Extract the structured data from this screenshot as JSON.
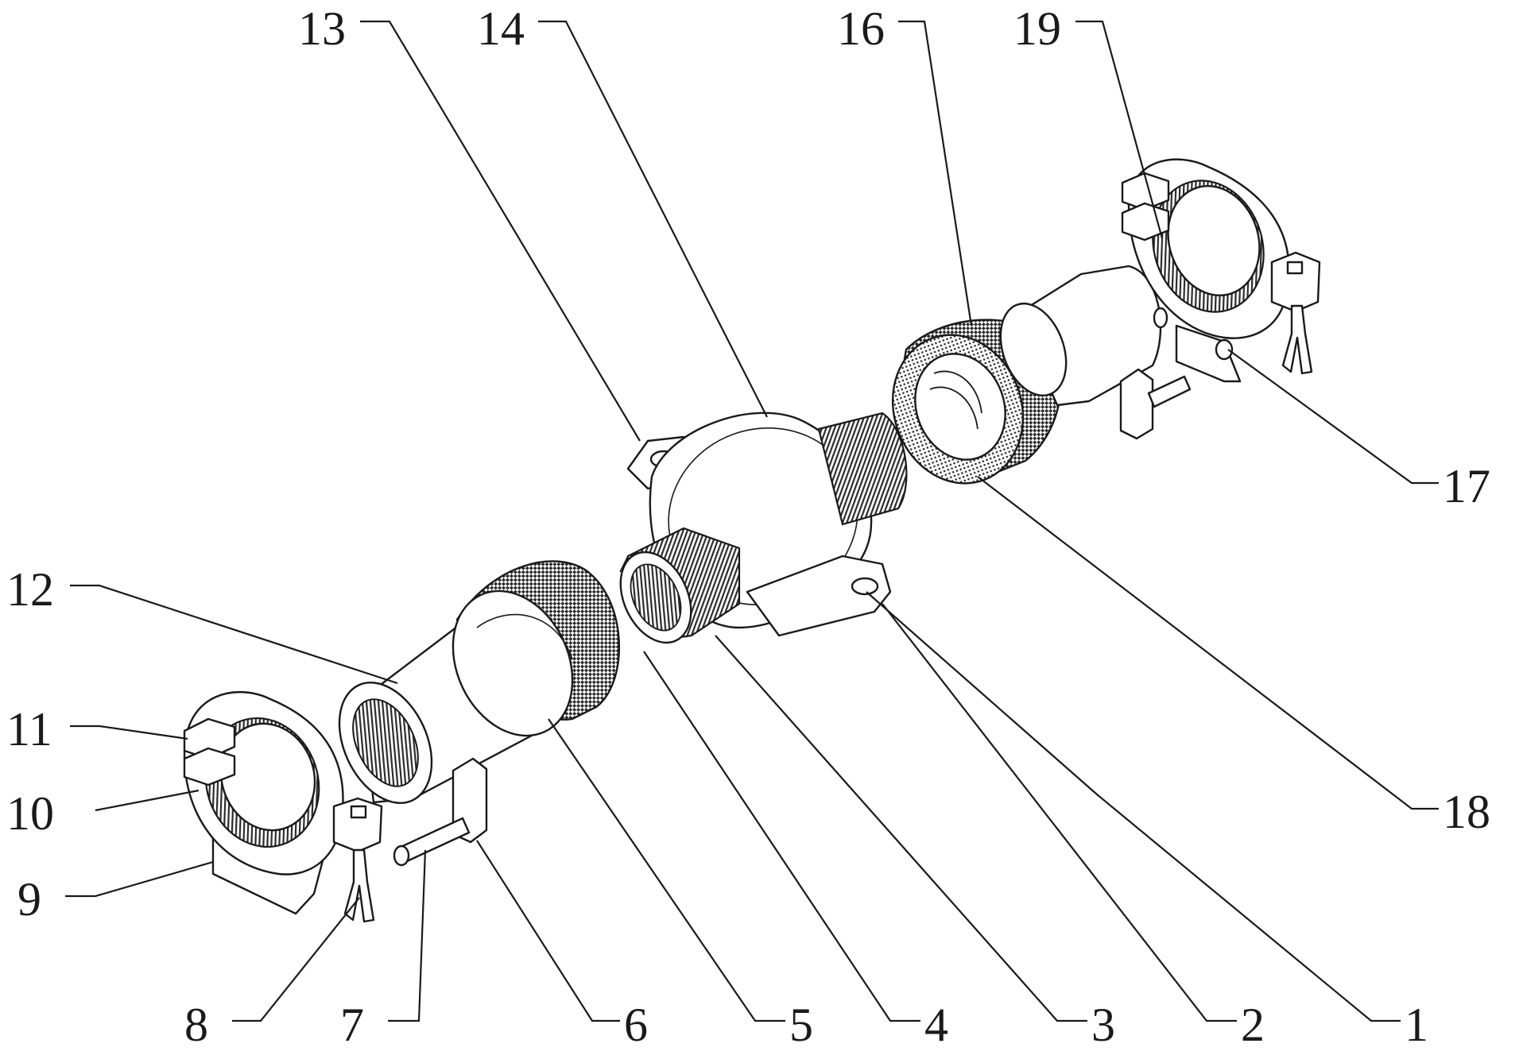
{
  "figure": {
    "callouts": [
      {
        "id": "c1",
        "label": "1"
      },
      {
        "id": "c2",
        "label": "2"
      },
      {
        "id": "c3",
        "label": "3"
      },
      {
        "id": "c4",
        "label": "4"
      },
      {
        "id": "c5",
        "label": "5"
      },
      {
        "id": "c6",
        "label": "6"
      },
      {
        "id": "c7",
        "label": "7"
      },
      {
        "id": "c8",
        "label": "8"
      },
      {
        "id": "c9",
        "label": "9"
      },
      {
        "id": "c10",
        "label": "10"
      },
      {
        "id": "c11",
        "label": "11"
      },
      {
        "id": "c12",
        "label": "12"
      },
      {
        "id": "c13",
        "label": "13"
      },
      {
        "id": "c14",
        "label": "14"
      },
      {
        "id": "c16",
        "label": "16"
      },
      {
        "id": "c17",
        "label": "17"
      },
      {
        "id": "c18",
        "label": "18"
      },
      {
        "id": "c19",
        "label": "19"
      }
    ]
  },
  "colors": {
    "line": "#1a1a1a",
    "background": "#ffffff",
    "knurl_fill": "#2b2b2b"
  }
}
